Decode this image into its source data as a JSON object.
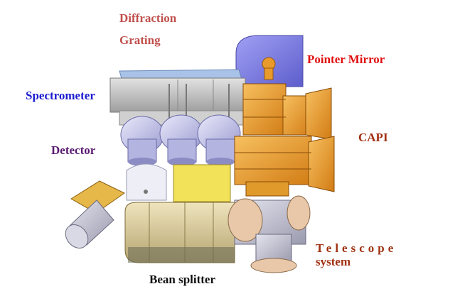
{
  "labels": {
    "diffraction": "Diffraction",
    "grating": "Grating",
    "pointer_mirror": "Pointer Mirror",
    "spectrometer": "Spectrometer",
    "capi": "CAPI",
    "detector": "Detector",
    "telescope_1": "Telescope",
    "telescope_2": "system",
    "beam_splitter": "Bean splitter"
  },
  "colors": {
    "diffraction": "#c0504d",
    "grating": "#c0504d",
    "pointer_mirror": "#e01010",
    "spectrometer": "#1a1ad0",
    "capi": "#a03010",
    "detector": "#5a1a70",
    "telescope": "#a03010",
    "beam_splitter": "#111111",
    "orange_structure": "#f0a030",
    "blue_cover": "#7a7ae8",
    "spectrometer_body": "#bdbdbd",
    "detector_domes": "#c8c8ea",
    "beam_splitter_body": "#d8c99a",
    "telescope_body": "#c8c8d8",
    "yellow_box": "#f2e25a"
  }
}
